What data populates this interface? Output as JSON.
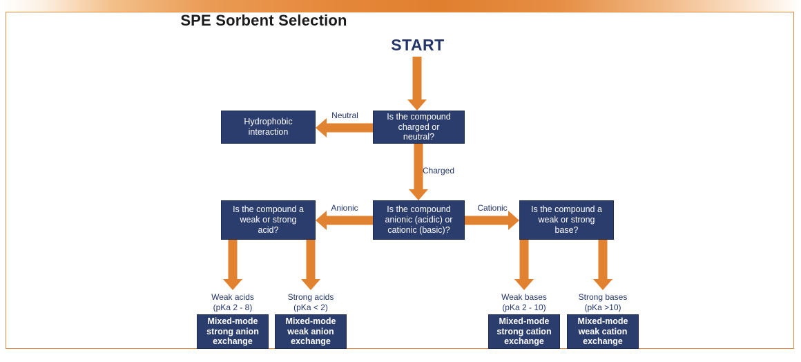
{
  "page": {
    "title": "SPE Sorbent Selection",
    "start_label": "START",
    "accent_orange": "#e0822f",
    "navy": "#2b3d6d",
    "border_orange": "#e08b3f"
  },
  "chart_data": {
    "type": "diagram",
    "diagram_kind": "flowchart",
    "title": "SPE Sorbent Selection",
    "nodes": [
      {
        "id": "start",
        "kind": "start",
        "text": "START"
      },
      {
        "id": "q_charge",
        "kind": "decision",
        "text": "Is the compound charged or neutral?"
      },
      {
        "id": "hydrophobic",
        "kind": "outcome",
        "text": "Hydrophobic interaction"
      },
      {
        "id": "q_ion",
        "kind": "decision",
        "text": "Is the compound anionic (acidic) or cationic (basic)?"
      },
      {
        "id": "q_acid",
        "kind": "decision",
        "text": "Is the compound a weak or strong acid?"
      },
      {
        "id": "q_base",
        "kind": "decision",
        "text": "Is the compound a weak or strong base?"
      },
      {
        "id": "weak_acid",
        "kind": "outcome",
        "text": "Mixed-mode strong anion exchange",
        "caption": "Weak acids (pKa 2 - 8)"
      },
      {
        "id": "strong_acid",
        "kind": "outcome",
        "text": "Mixed-mode weak anion exchange",
        "caption": "Strong acids (pKa < 2)"
      },
      {
        "id": "weak_base",
        "kind": "outcome",
        "text": "Mixed-mode strong cation exchange",
        "caption": "Weak bases (pKa 2 - 10)"
      },
      {
        "id": "strong_base",
        "kind": "outcome",
        "text": "Mixed-mode weak cation exchange",
        "caption": "Strong bases (pKa >10)"
      }
    ],
    "edges": [
      {
        "from": "start",
        "to": "q_charge",
        "label": "",
        "direction": "down"
      },
      {
        "from": "q_charge",
        "to": "hydrophobic",
        "label": "Neutral",
        "direction": "left"
      },
      {
        "from": "q_charge",
        "to": "q_ion",
        "label": "Charged",
        "direction": "down"
      },
      {
        "from": "q_ion",
        "to": "q_acid",
        "label": "Anionic",
        "direction": "left"
      },
      {
        "from": "q_ion",
        "to": "q_base",
        "label": "Cationic",
        "direction": "right"
      },
      {
        "from": "q_acid",
        "to": "weak_acid",
        "label": "",
        "direction": "down"
      },
      {
        "from": "q_acid",
        "to": "strong_acid",
        "label": "",
        "direction": "down"
      },
      {
        "from": "q_base",
        "to": "weak_base",
        "label": "",
        "direction": "down"
      },
      {
        "from": "q_base",
        "to": "strong_base",
        "label": "",
        "direction": "down"
      }
    ]
  },
  "boxes": {
    "q_charge": {
      "line1": "Is the compound",
      "line2": "charged or",
      "line3": "neutral?"
    },
    "hydrophobic": {
      "line1": "Hydrophobic",
      "line2": "interaction"
    },
    "q_ion": {
      "line1": "Is the compound",
      "line2": "anionic (acidic) or",
      "line3": "cationic (basic)?"
    },
    "q_acid": {
      "line1": "Is the compound a",
      "line2": "weak or strong",
      "line3": "acid?"
    },
    "q_base": {
      "line1": "Is the compound a",
      "line2": "weak or strong",
      "line3": "base?"
    },
    "weak_acid": {
      "line1": "Mixed-mode",
      "line2": "strong anion",
      "line3": "exchange"
    },
    "strong_acid": {
      "line1": "Mixed-mode",
      "line2": "weak anion",
      "line3": "exchange"
    },
    "weak_base": {
      "line1": "Mixed-mode",
      "line2": "strong cation",
      "line3": "exchange"
    },
    "strong_base": {
      "line1": "Mixed-mode",
      "line2": "weak cation",
      "line3": "exchange"
    }
  },
  "captions": {
    "weak_acids_l1": "Weak acids",
    "weak_acids_l2": "(pKa 2 - 8)",
    "strong_acids_l1": "Strong acids",
    "strong_acids_l2": "(pKa < 2)",
    "weak_bases_l1": "Weak bases",
    "weak_bases_l2": "(pKa 2 - 10)",
    "strong_bases_l1": "Strong bases",
    "strong_bases_l2": "(pKa >10)"
  },
  "edge_labels": {
    "neutral": "Neutral",
    "charged": "Charged",
    "anionic": "Anionic",
    "cationic": "Cationic"
  }
}
